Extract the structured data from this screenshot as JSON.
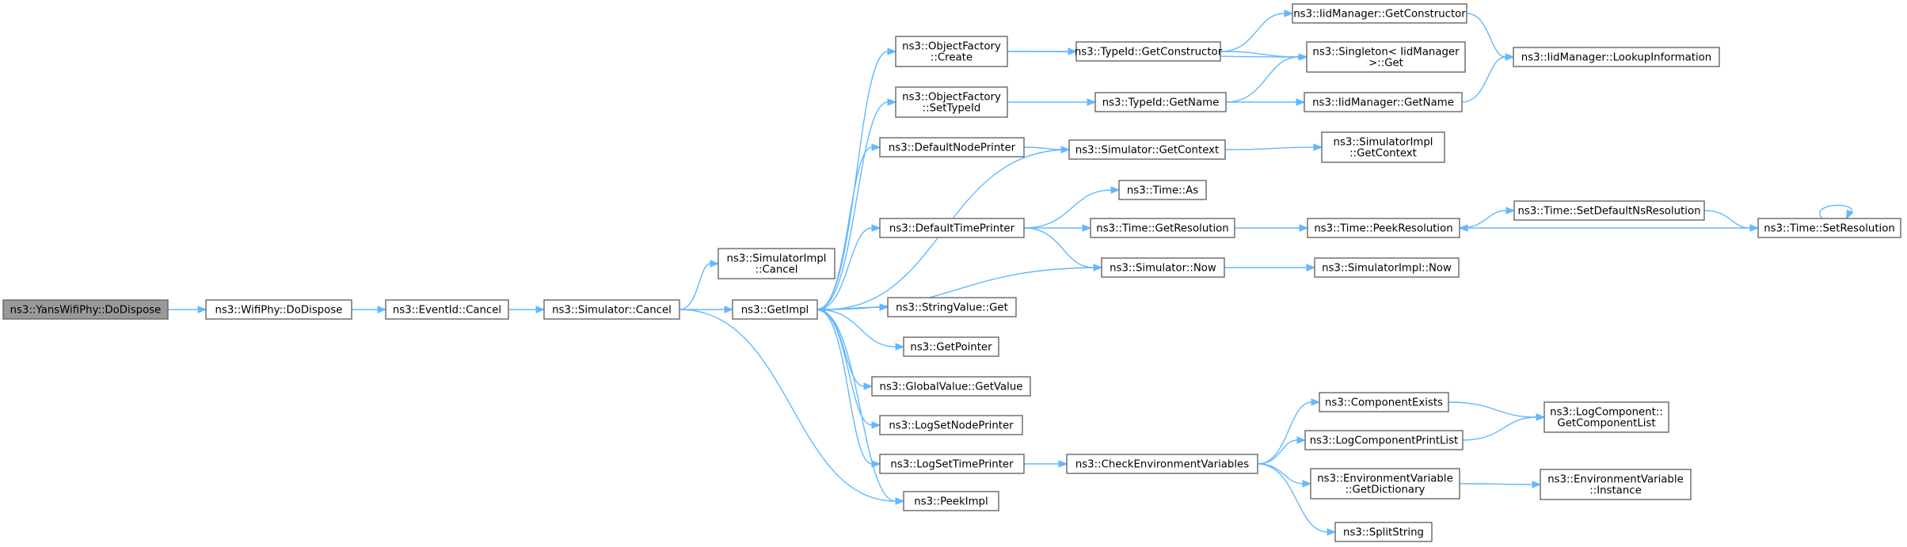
{
  "diagram": {
    "nodes": [
      {
        "id": "n0",
        "lines": [
          "ns3::YansWifiPhy::DoDispose"
        ],
        "root": true
      },
      {
        "id": "n1",
        "lines": [
          "ns3::WifiPhy::DoDispose"
        ]
      },
      {
        "id": "n2",
        "lines": [
          "ns3::EventId::Cancel"
        ]
      },
      {
        "id": "n3",
        "lines": [
          "ns3::Simulator::Cancel"
        ]
      },
      {
        "id": "n4",
        "lines": [
          "ns3::SimulatorImpl",
          "::Cancel"
        ]
      },
      {
        "id": "n5",
        "lines": [
          "ns3::GetImpl"
        ]
      },
      {
        "id": "n6",
        "lines": [
          "ns3::PeekImpl"
        ]
      },
      {
        "id": "n7",
        "lines": [
          "ns3::ObjectFactory",
          "::Create"
        ]
      },
      {
        "id": "n8",
        "lines": [
          "ns3::ObjectFactory",
          "::SetTypeId"
        ]
      },
      {
        "id": "n9",
        "lines": [
          "ns3::DefaultNodePrinter"
        ]
      },
      {
        "id": "n10",
        "lines": [
          "ns3::DefaultTimePrinter"
        ]
      },
      {
        "id": "n11",
        "lines": [
          "ns3::StringValue::Get"
        ]
      },
      {
        "id": "n12",
        "lines": [
          "ns3::GetPointer"
        ]
      },
      {
        "id": "n13",
        "lines": [
          "ns3::GlobalValue::GetValue"
        ]
      },
      {
        "id": "n14",
        "lines": [
          "ns3::LogSetNodePrinter"
        ]
      },
      {
        "id": "n15",
        "lines": [
          "ns3::LogSetTimePrinter"
        ]
      },
      {
        "id": "n16",
        "lines": [
          "ns3::TypeId::GetConstructor"
        ]
      },
      {
        "id": "n17",
        "lines": [
          "ns3::TypeId::GetName"
        ]
      },
      {
        "id": "n18",
        "lines": [
          "ns3::Simulator::GetContext"
        ]
      },
      {
        "id": "n19",
        "lines": [
          "ns3::Time::As"
        ]
      },
      {
        "id": "n20",
        "lines": [
          "ns3::Time::GetResolution"
        ]
      },
      {
        "id": "n21",
        "lines": [
          "ns3::Simulator::Now"
        ]
      },
      {
        "id": "n22",
        "lines": [
          "ns3::CheckEnvironmentVariables"
        ]
      },
      {
        "id": "n23",
        "lines": [
          "ns3::IidManager::GetConstructor"
        ]
      },
      {
        "id": "n24",
        "lines": [
          "ns3::Singleton< IidManager",
          " >::Get"
        ]
      },
      {
        "id": "n25",
        "lines": [
          "ns3::IidManager::GetName"
        ]
      },
      {
        "id": "n26",
        "lines": [
          "ns3::SimulatorImpl",
          "::GetContext"
        ]
      },
      {
        "id": "n27",
        "lines": [
          "ns3::Time::PeekResolution"
        ]
      },
      {
        "id": "n28",
        "lines": [
          "ns3::SimulatorImpl::Now"
        ]
      },
      {
        "id": "n29",
        "lines": [
          "ns3::ComponentExists"
        ]
      },
      {
        "id": "n30",
        "lines": [
          "ns3::LogComponentPrintList"
        ]
      },
      {
        "id": "n31",
        "lines": [
          "ns3::EnvironmentVariable",
          "::GetDictionary"
        ]
      },
      {
        "id": "n32",
        "lines": [
          "ns3::SplitString"
        ]
      },
      {
        "id": "n33",
        "lines": [
          "ns3::IidManager::LookupInformation"
        ]
      },
      {
        "id": "n34",
        "lines": [
          "ns3::Time::SetDefaultNsResolution"
        ]
      },
      {
        "id": "n35",
        "lines": [
          "ns3::Time::SetResolution"
        ]
      },
      {
        "id": "n36",
        "lines": [
          "ns3::LogComponent::",
          "GetComponentList"
        ]
      },
      {
        "id": "n37",
        "lines": [
          "ns3::EnvironmentVariable",
          "::Instance"
        ]
      }
    ],
    "edges": [
      [
        "n0",
        "n1"
      ],
      [
        "n1",
        "n2"
      ],
      [
        "n2",
        "n3"
      ],
      [
        "n3",
        "n4"
      ],
      [
        "n3",
        "n5"
      ],
      [
        "n3",
        "n6"
      ],
      [
        "n5",
        "n7"
      ],
      [
        "n5",
        "n8"
      ],
      [
        "n5",
        "n9"
      ],
      [
        "n5",
        "n10"
      ],
      [
        "n5",
        "n11"
      ],
      [
        "n5",
        "n12"
      ],
      [
        "n5",
        "n13"
      ],
      [
        "n5",
        "n14"
      ],
      [
        "n5",
        "n15"
      ],
      [
        "n5",
        "n6"
      ],
      [
        "n7",
        "n16"
      ],
      [
        "n7",
        "n24"
      ],
      [
        "n8",
        "n17"
      ],
      [
        "n9",
        "n18"
      ],
      [
        "n18",
        "n5"
      ],
      [
        "n18",
        "n26"
      ],
      [
        "n10",
        "n19"
      ],
      [
        "n10",
        "n20"
      ],
      [
        "n10",
        "n21"
      ],
      [
        "n21",
        "n5"
      ],
      [
        "n21",
        "n28"
      ],
      [
        "n16",
        "n23"
      ],
      [
        "n16",
        "n24"
      ],
      [
        "n17",
        "n24"
      ],
      [
        "n17",
        "n25"
      ],
      [
        "n23",
        "n33"
      ],
      [
        "n25",
        "n33"
      ],
      [
        "n20",
        "n27"
      ],
      [
        "n27",
        "n34"
      ],
      [
        "n34",
        "n35"
      ],
      [
        "n35",
        "n27"
      ],
      [
        "n35",
        "n35"
      ],
      [
        "n15",
        "n22"
      ],
      [
        "n22",
        "n29"
      ],
      [
        "n22",
        "n30"
      ],
      [
        "n22",
        "n31"
      ],
      [
        "n22",
        "n32"
      ],
      [
        "n29",
        "n36"
      ],
      [
        "n30",
        "n36"
      ],
      [
        "n31",
        "n37"
      ]
    ]
  }
}
